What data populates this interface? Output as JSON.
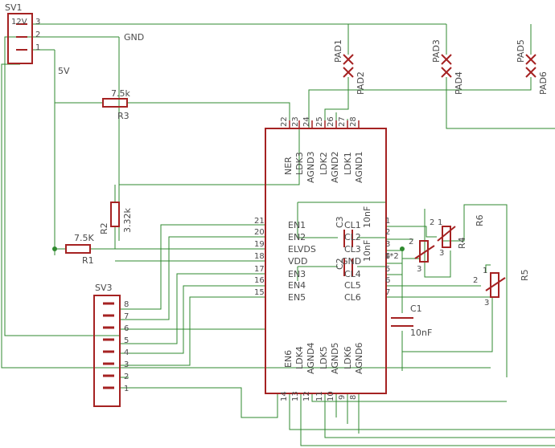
{
  "connectors": {
    "sv1": {
      "name": "SV1",
      "pins": [
        "12V",
        "3",
        "2",
        "1"
      ]
    },
    "sv3": {
      "name": "SV3",
      "pins": [
        "8",
        "7",
        "6",
        "5",
        "4",
        "3",
        "2",
        "1"
      ]
    }
  },
  "net_labels": {
    "gnd": "GND",
    "v5": "5V"
  },
  "pads": [
    "PAD1",
    "PAD2",
    "PAD3",
    "PAD4",
    "PAD5",
    "PAD6"
  ],
  "resistors": {
    "r1": {
      "name": "R1",
      "value": "7.5K"
    },
    "r2": {
      "name": "R2",
      "value": "3.32k"
    },
    "r3": {
      "name": "R3",
      "value": "7.5k"
    },
    "r4": {
      "name": "R4",
      "pins": [
        "1",
        "2",
        "3"
      ]
    },
    "r5": {
      "name": "R5",
      "pins": [
        "1",
        "2",
        "3"
      ]
    },
    "r6": {
      "name": "R6"
    }
  },
  "capacitors": {
    "c1": {
      "name": "C1",
      "value": "10nF"
    },
    "c2": {
      "name": "C2",
      "value": "10nF"
    },
    "c3": {
      "name": "C3",
      "value": "10nF"
    }
  },
  "ic": {
    "top_pins": [
      "22",
      "23",
      "24",
      "25",
      "26",
      "27",
      "28"
    ],
    "top_names": [
      "NER",
      "LDK3",
      "AGND3",
      "LDK2",
      "AGND2",
      "LDK1",
      "AGND1"
    ],
    "left_pins": [
      "21",
      "20",
      "19",
      "18",
      "17",
      "16",
      "15"
    ],
    "left_names": [
      "EN1",
      "EN2",
      "ELVDS",
      "VDD",
      "EN3",
      "EN4",
      "EN5"
    ],
    "right_pins": [
      "1",
      "2",
      "3",
      "4",
      "5",
      "6",
      "7"
    ],
    "right_names": [
      "CL1",
      "CL2",
      "CL3",
      "GND",
      "CL4",
      "CL5",
      "CL6"
    ],
    "bottom_pins": [
      "14",
      "13",
      "12",
      "11",
      "10",
      "9",
      "8"
    ],
    "bottom_names": [
      "EN6",
      "LDK4",
      "AGND4",
      "LDK5",
      "AGND5",
      "LDK6",
      "AGND6"
    ],
    "pin_note": "1*2"
  }
}
